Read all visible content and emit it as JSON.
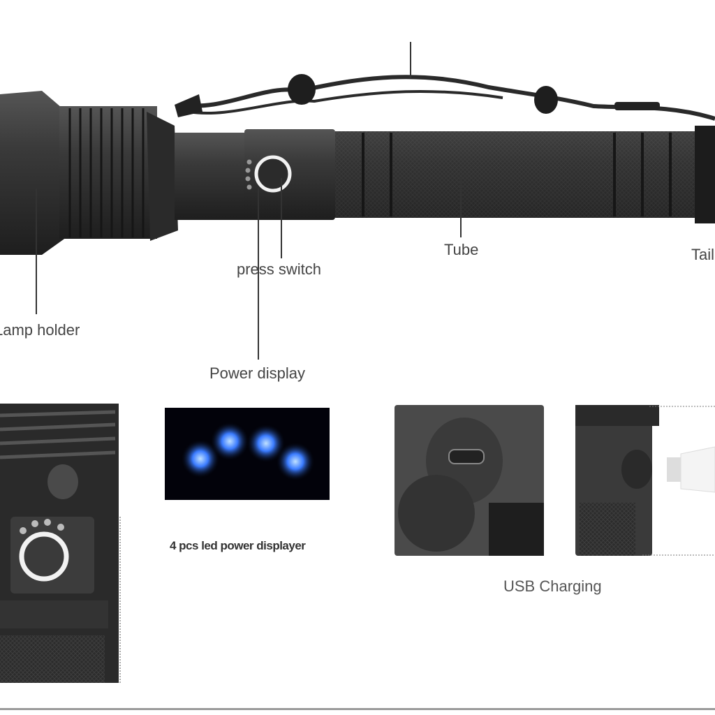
{
  "labels": {
    "lamp_holder": "Lamp holder",
    "press_switch": "press switch",
    "power_display": "Power display",
    "tube": "Tube",
    "tail": "Tail"
  },
  "captions": {
    "led_display": "4 pcs led power displayer",
    "usb_charging": "USB Charging"
  },
  "colors": {
    "led_blue": "#3a7bff",
    "body": "#2e2e2e"
  },
  "led_count": 4
}
